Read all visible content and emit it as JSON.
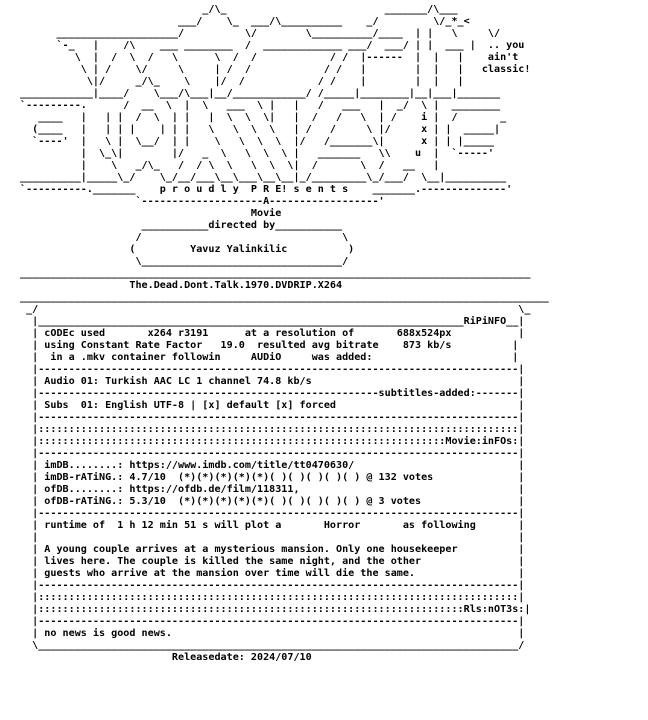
{
  "nfo": {
    "lines": [
      "                              _/\\_                          _______/\\___",
      "                          ___/    \\_  ___/\\__________    _/         \\/_*_<",
      "      ____________________/          \\/        \\__________/____  | |   \\     \\/",
      "      `-_   |    /\\    ___ ________  /  _____________ ___/  ___/ | |  ___ |  .. you",
      "         \\  |  /  \\  /   \\      \\  /  /            / /  |------  |  |   |    ain't",
      "          \\ | /    \\/     \\     | /  /            / /   |        |  |   |   classic!",
      "           \\|/     _/\\_    \\    |/  /            / /    |        |  |   |",
      "____________|____/    \\___/\\___|__/____________/ /_____|________|__|___|_______",
      "`---------.      /  __  \\  |  \\   ___  \\ |   |   /   ___   |  _/  \\ |  ________",
      "   ____   |   | |  /  \\  | |   |  \\  \\  \\|   |  /   /   \\  | /    i |  /       _",
      "  (____   |   | | |    | | |   \\   \\  \\  \\   | /   /     \\ |/     x | |  _____|",
      "  `----'  |   \\ |  \\__/  | |    \\   \\  \\  \\  |/   /_______\\|      x | | |_____",
      "          |  \\_\\|        |/   _  \\   \\  \\  \\ |   _______   \\\\    u  |  `-----'",
      "          |    \\   _/\\_   /  / \\  \\   \\  \\  \\|  /       \\  /   __   |",
      "__________|_____\\_/    \\_/__/___\\__\\___\\__\\__|_/_________\\_/___/  \\__|__________",
      "`----------._______    p r o u d l y  P R E! s e n t s    _______.--------------'",
      "                   `--------------------A------------------'",
      "                                      Movie",
      "                    ___________directed by___________",
      "                   /                                 \\",
      "                  (         Yavuz Yalinkilic          )",
      "                   \\_________________________________/",
      "____________________________________________________________________________________",
      "                  The.Dead.Dont.Talk.1970.DVDRIP.X264",
      "_______________________________________________________________________________________",
      " _/                                                                               \\_",
      "  |______________________________________________________________________RiPiNFO__|",
      "  | cODEc used       x264 r3191      at a resolution of       688x524px           |",
      "  | using Constant Rate Factor   19.0  resulted avg bitrate    873 kb/s          |",
      "  |  in a .mkv container followin     AUDiO     was added:                       |",
      "  |-------------------------------------------------------------------------------|",
      "  | Audio 01: Turkish AAC LC 1 channel 74.8 kb/s                                  |",
      "  |--------------------------------------------------------subtitles-added:-------|",
      "  | Subs  01: English UTF-8 | [x] default [x] forced                              |",
      "  |-------------------------------------------------------------------------------|",
      "  |:::::::::::::::::::::::::::::::::::::::::::::::::::::::::::::::::::::::::::::::|",
      "  |:::::::::::::::::::::::::::::::::::::::::::::::::::::::::::::::::::Movie:inFOs:|",
      "  |-------------------------------------------------------------------------------|",
      "  | imDB........: https://www.imdb.com/title/tt0470630/                           |",
      "  | imDB-rATiNG.: 4.7/10  (*)(*)(*)(*)(*)( )( )( )( )( ) @ 132 votes              |",
      "  | ofDB........: https://ofdb.de/film/118311,                                    |",
      "  | ofDB-rATiNG.: 5.3/10  (*)(*)(*)(*)(*)( )( )( )( )( ) @ 3 votes                |",
      "  |-------------------------------------------------------------------------------|",
      "  | runtime of  1 h 12 min 51 s will plot a       Horror       as following       |",
      "  |                                                                               |",
      "  | A young couple arrives at a mysterious mansion. Only one housekeeper          |",
      "  | lives here. The couple is killed the same night, and the other                |",
      "  | guests who arrive at the mansion over time will die the same.                 |",
      "  |-------------------------------------------------------------------------------|",
      "  |:::::::::::::::::::::::::::::::::::::::::::::::::::::::::::::::::::::::::::::::|",
      "  |::::::::::::::::::::::::::::::::::::::::::::::::::::::::::::::::::::::Rls:nOT3s:|",
      "  |-------------------------------------------------------------------------------|",
      "  | no news is good news.                                                         |",
      "  \\_______________________________________________________________________________/",
      "                         Releasedate: 2024/07/10"
    ]
  }
}
